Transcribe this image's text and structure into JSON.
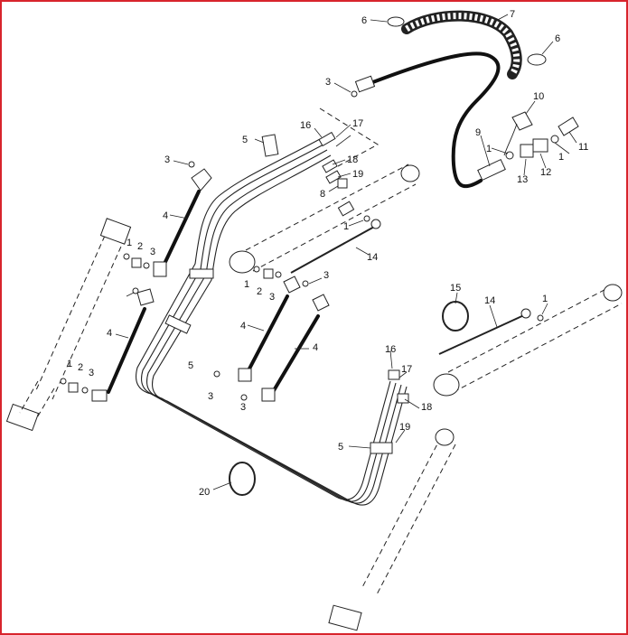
{
  "diagram": {
    "border_color": "#d8242c",
    "callouts": [
      {
        "id": "c-6a",
        "text": "6"
      },
      {
        "id": "c-7",
        "text": "7"
      },
      {
        "id": "c-6b",
        "text": "6"
      },
      {
        "id": "c-3a",
        "text": "3"
      },
      {
        "id": "c-10",
        "text": "10"
      },
      {
        "id": "c-16a",
        "text": "16"
      },
      {
        "id": "c-17a",
        "text": "17"
      },
      {
        "id": "c-5a",
        "text": "5"
      },
      {
        "id": "c-18a",
        "text": "18"
      },
      {
        "id": "c-19a",
        "text": "19"
      },
      {
        "id": "c-9",
        "text": "9"
      },
      {
        "id": "c-1a",
        "text": "1"
      },
      {
        "id": "c-1b",
        "text": "1"
      },
      {
        "id": "c-11",
        "text": "11"
      },
      {
        "id": "c-12",
        "text": "12"
      },
      {
        "id": "c-13",
        "text": "13"
      },
      {
        "id": "c-3b",
        "text": "3"
      },
      {
        "id": "c-8",
        "text": "8"
      },
      {
        "id": "c-4a",
        "text": "4"
      },
      {
        "id": "c-1c",
        "text": "1"
      },
      {
        "id": "c-2a",
        "text": "2"
      },
      {
        "id": "c-3c",
        "text": "3"
      },
      {
        "id": "c-1d",
        "text": "1"
      },
      {
        "id": "c-14a",
        "text": "14"
      },
      {
        "id": "c-3d",
        "text": "3"
      },
      {
        "id": "c-1e",
        "text": "1"
      },
      {
        "id": "c-2b",
        "text": "2"
      },
      {
        "id": "c-3e",
        "text": "3"
      },
      {
        "id": "c-15",
        "text": "15"
      },
      {
        "id": "c-14b",
        "text": "14"
      },
      {
        "id": "c-1f",
        "text": "1"
      },
      {
        "id": "c-4b",
        "text": "4"
      },
      {
        "id": "c-4c",
        "text": "4"
      },
      {
        "id": "c-4d",
        "text": "4"
      },
      {
        "id": "c-5b",
        "text": "5"
      },
      {
        "id": "c-1g",
        "text": "1"
      },
      {
        "id": "c-2c",
        "text": "2"
      },
      {
        "id": "c-3f",
        "text": "3"
      },
      {
        "id": "c-3g",
        "text": "3"
      },
      {
        "id": "c-3h",
        "text": "3"
      },
      {
        "id": "c-16b",
        "text": "16"
      },
      {
        "id": "c-17b",
        "text": "17"
      },
      {
        "id": "c-18b",
        "text": "18"
      },
      {
        "id": "c-19b",
        "text": "19"
      },
      {
        "id": "c-5c",
        "text": "5"
      },
      {
        "id": "c-20",
        "text": "20"
      }
    ]
  }
}
